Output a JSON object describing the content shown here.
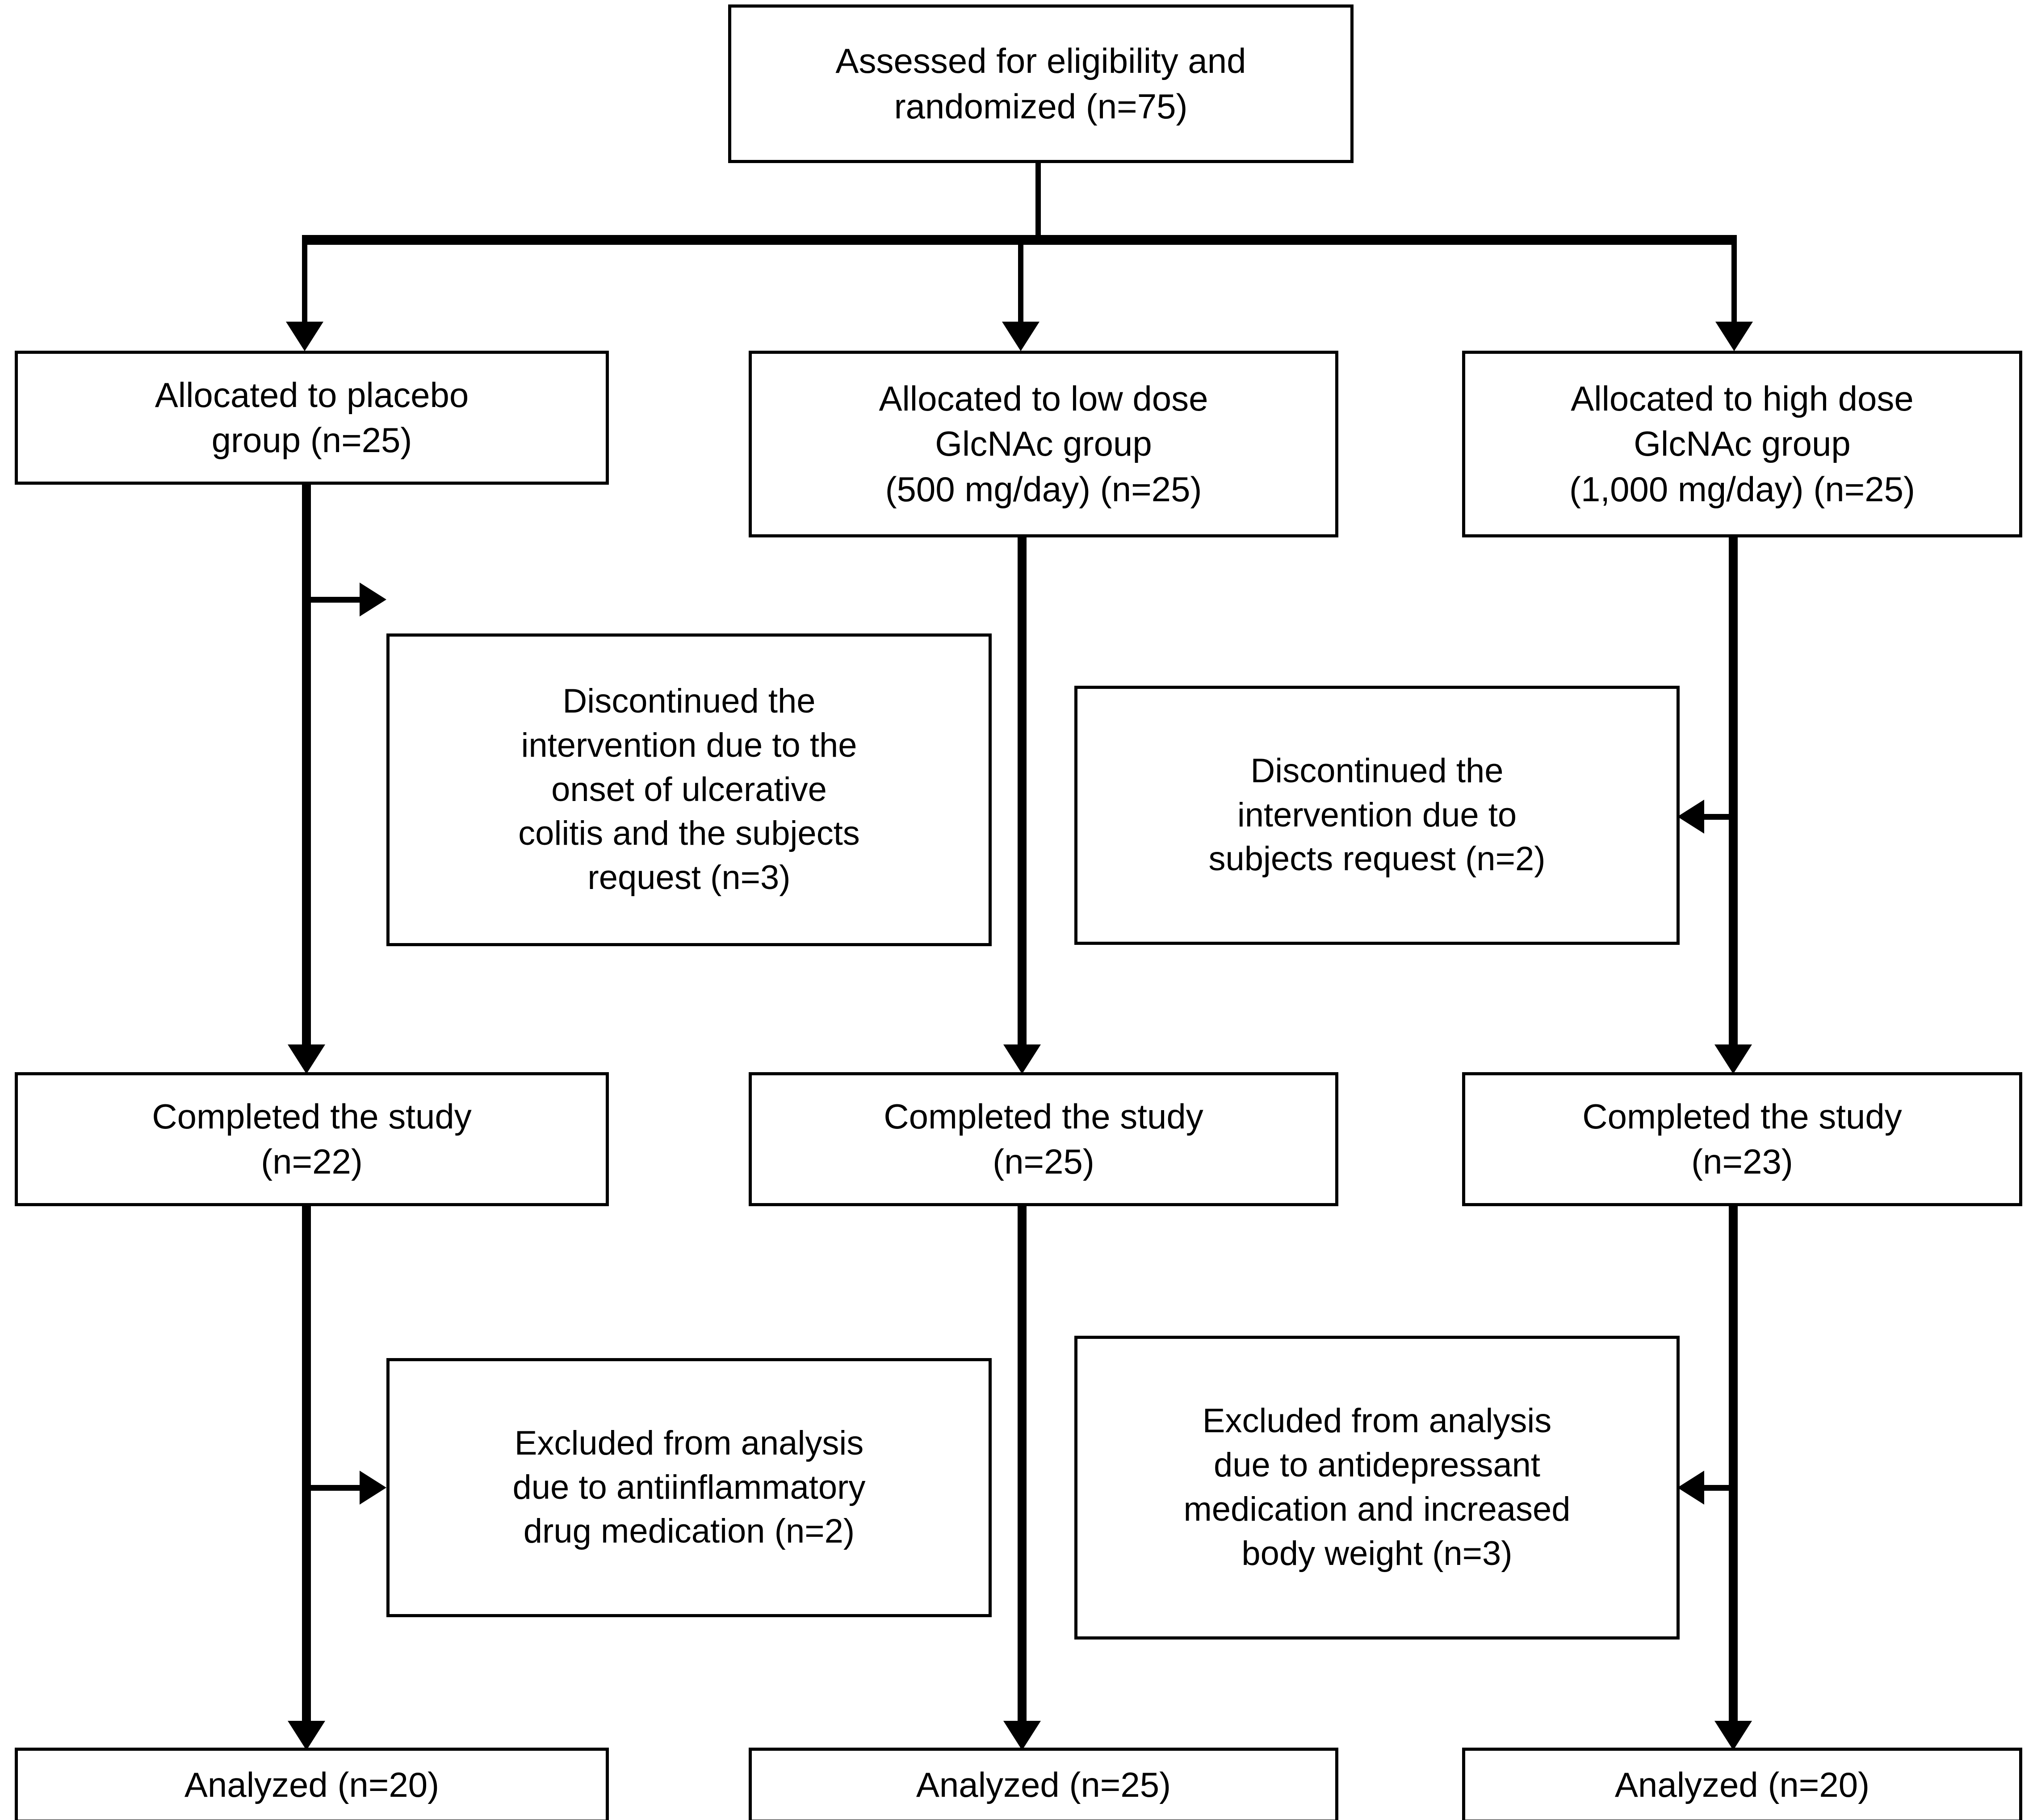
{
  "diagram": {
    "title": "CONSORT participant flow diagram",
    "type": "flowchart",
    "line_color": "#000000",
    "box_fill": "#ffffff",
    "text_color": "#000000"
  },
  "nodes": {
    "enrollment": {
      "label": "Assessed for eligibility and\nrandomized (n=75)",
      "n": 75
    },
    "allocation": [
      {
        "label": "Allocated to placebo\ngroup (n=25)",
        "n": 25,
        "arm": "placebo"
      },
      {
        "label": "Allocated to low dose\nGlcNAc group\n(500 mg/day) (n=25)",
        "n": 25,
        "arm": "low-dose"
      },
      {
        "label": "Allocated to high dose\nGlcNAc group\n(1,000 mg/day) (n=25)",
        "n": 25,
        "arm": "high-dose"
      }
    ],
    "discontinued": [
      {
        "label": "Discontinued the\nintervention due to the\nonset of ulcerative\ncolitis and the subjects\nrequest (n=3)",
        "n": 3,
        "arm": "placebo"
      },
      {
        "label": "Discontinued the\nintervention due to\nsubjects request (n=2)",
        "n": 2,
        "arm": "high-dose"
      }
    ],
    "completed": [
      {
        "label": "Completed the study\n(n=22)",
        "n": 22,
        "arm": "placebo"
      },
      {
        "label": "Completed the study\n(n=25)",
        "n": 25,
        "arm": "low-dose"
      },
      {
        "label": "Completed the study\n(n=23)",
        "n": 23,
        "arm": "high-dose"
      }
    ],
    "excluded": [
      {
        "label": "Excluded from analysis\ndue to antiinflammatory\ndrug medication (n=2)",
        "n": 2,
        "arm": "placebo"
      },
      {
        "label": "Excluded from analysis\ndue to antidepressant\nmedication and increased\nbody weight (n=3)",
        "n": 3,
        "arm": "high-dose"
      }
    ],
    "analyzed": [
      {
        "label": "Analyzed (n=20)",
        "n": 20,
        "arm": "placebo"
      },
      {
        "label": "Analyzed (n=25)",
        "n": 25,
        "arm": "low-dose"
      },
      {
        "label": "Analyzed (n=20)",
        "n": 20,
        "arm": "high-dose"
      }
    ]
  }
}
